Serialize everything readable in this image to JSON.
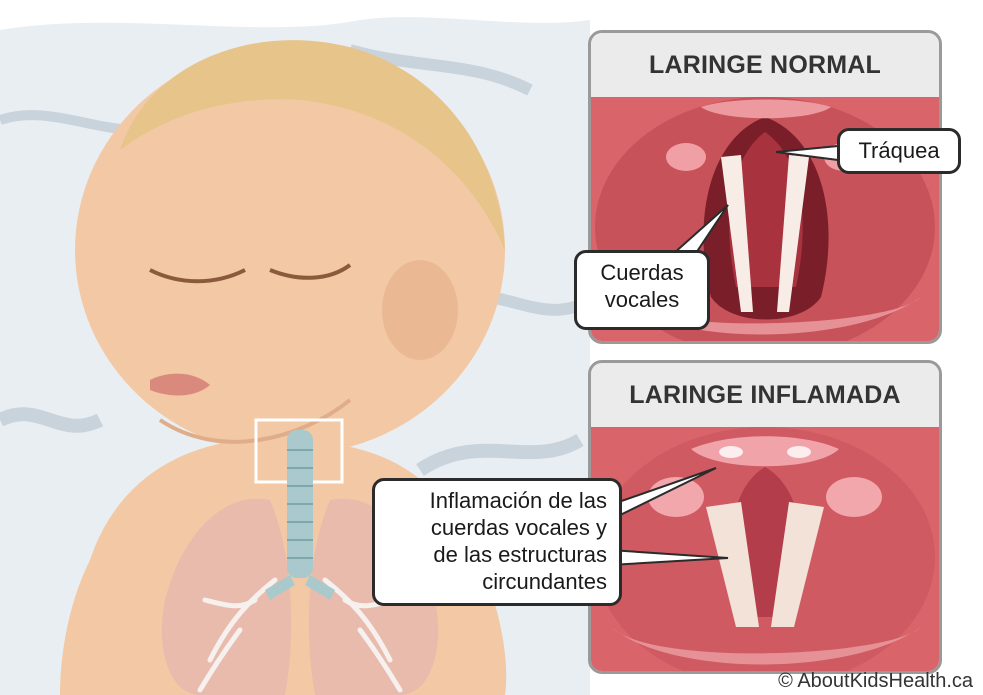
{
  "panels": {
    "normal": {
      "title": "LARINGE NORMAL"
    },
    "inflamed": {
      "title": "LARINGE INFLAMADA"
    }
  },
  "labels": {
    "trachea": "Tráquea",
    "vocal_cords": [
      "Cuerdas",
      "vocales"
    ],
    "inflammation": [
      "Inflamación de las",
      "cuerdas vocales y",
      "de las estructuras",
      "circundantes"
    ]
  },
  "credit": "© AboutKidsHealth.ca",
  "colors": {
    "skin": "#f2c9a4",
    "hair": "#e6c48a",
    "tissue": "#d9646a",
    "tissue_dark": "#b8424b",
    "airway": "#a9c9cc",
    "lung": "#e8b9ae",
    "panel_border": "#9a9a9a"
  }
}
